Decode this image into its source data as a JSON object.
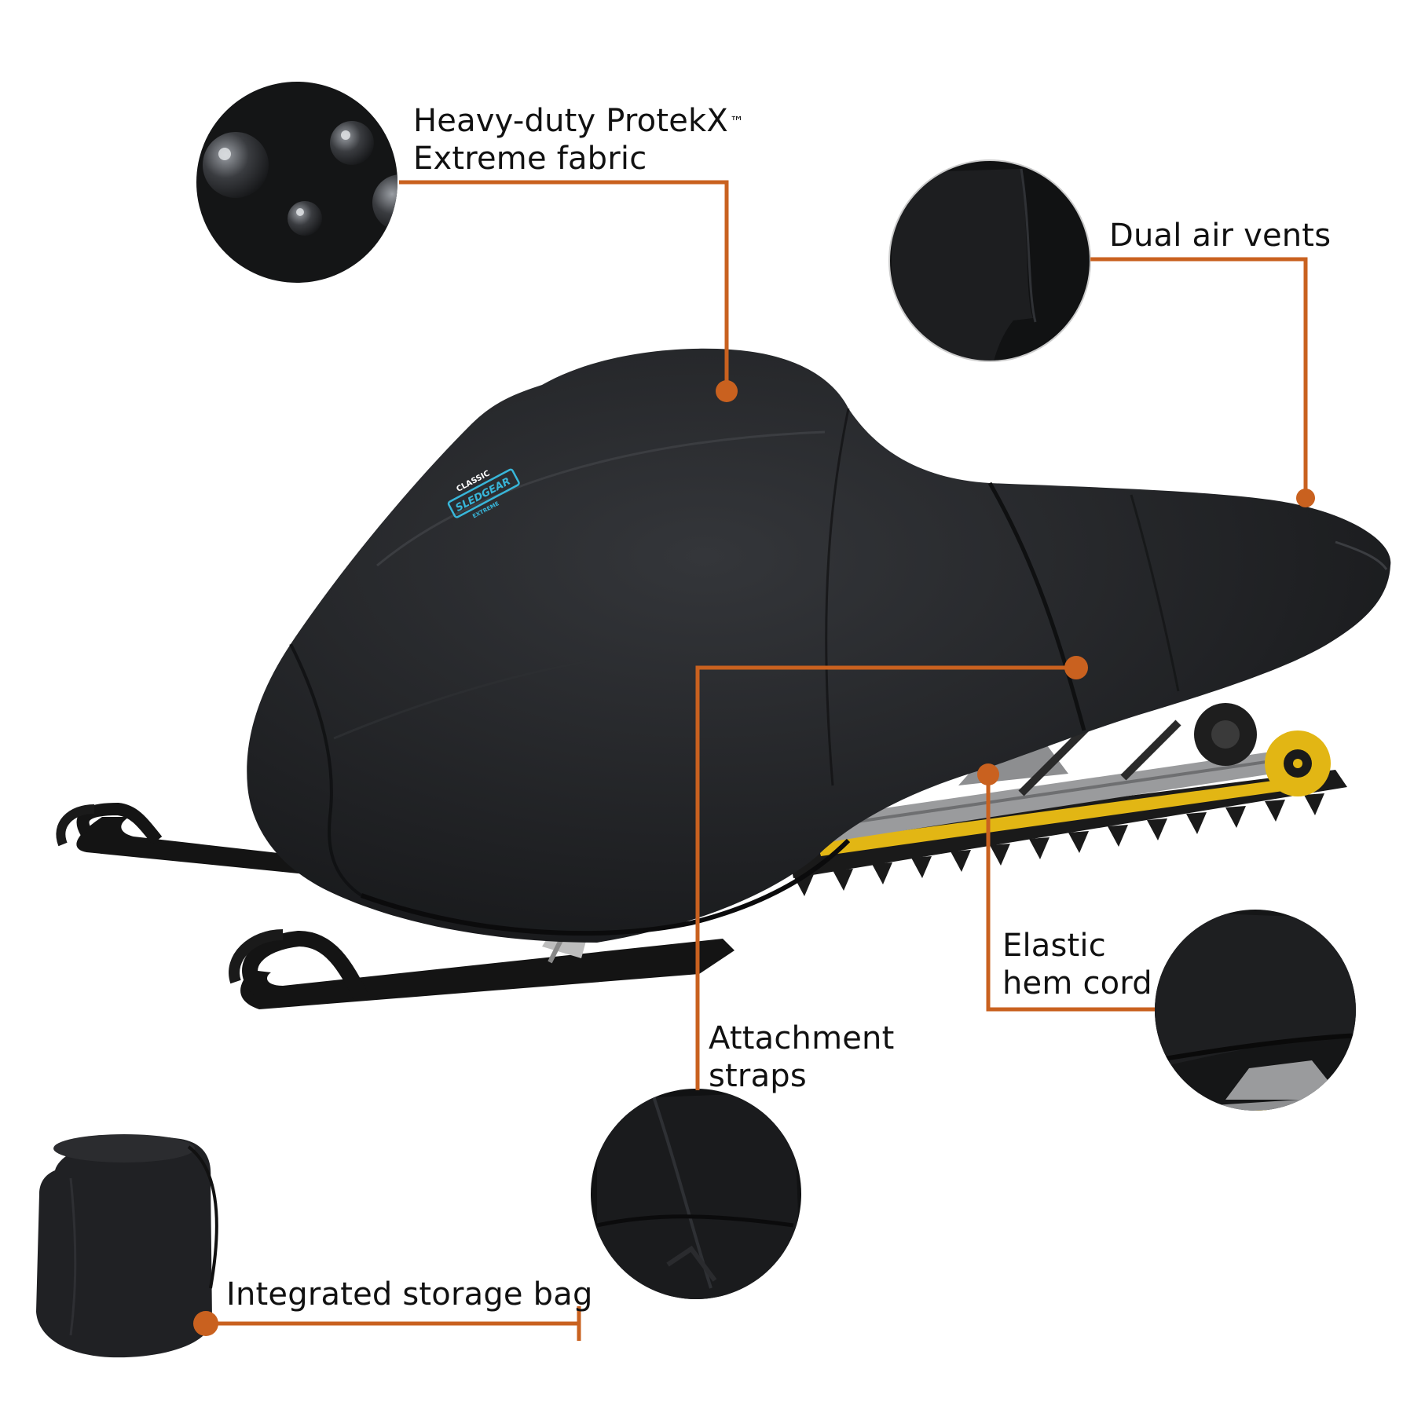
{
  "colors": {
    "accent": "#C9611F",
    "background": "#FFFFFF",
    "cover": "#1C1D1F",
    "track_yellow": "#E2B614",
    "logo_cyan": "#38B6D9"
  },
  "callouts": {
    "fabric": {
      "line1": "Heavy-duty ProtekX",
      "tm": "™",
      "line2": "Extreme fabric"
    },
    "vents": {
      "line1": "Dual air vents"
    },
    "hem": {
      "line1": "Elastic",
      "line2": "hem cord"
    },
    "straps": {
      "line1": "Attachment",
      "line2": "straps"
    },
    "bag": {
      "line1": "Integrated storage bag"
    }
  },
  "logo": {
    "top": "CLASSIC",
    "middle": "SLEDGEAR",
    "bottom": "EXTREME"
  }
}
